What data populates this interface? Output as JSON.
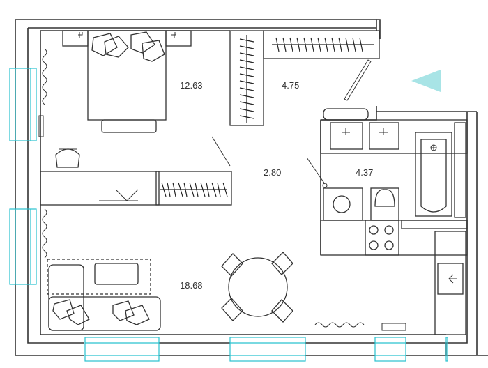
{
  "rooms": {
    "bedroom": {
      "area": "12.63"
    },
    "wardrobe": {
      "area": "4.75"
    },
    "hallway": {
      "area": "2.80"
    },
    "bathroom": {
      "area": "4.37"
    },
    "living_kitchen": {
      "area": "18.68"
    }
  },
  "colors": {
    "walls": "#333333",
    "windows": "#29c2cf",
    "compass_arrow": "#a8e4e6"
  },
  "icons": {
    "compass": "triangle-arrow-pointing-left"
  }
}
